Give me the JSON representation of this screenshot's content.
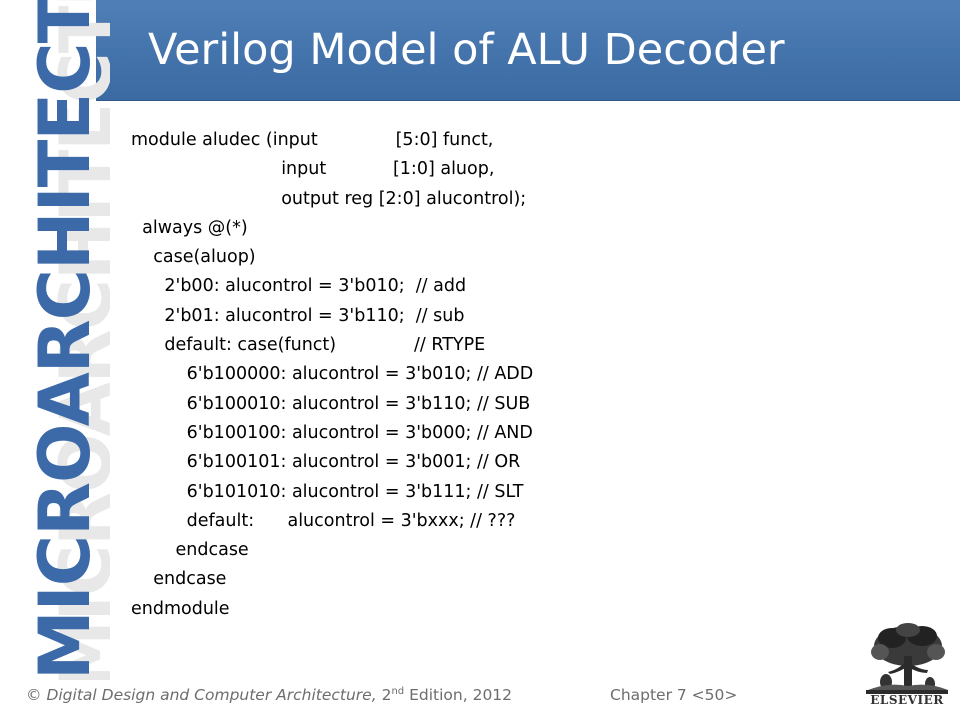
{
  "slide": {
    "title": "Verilog Model of ALU Decoder",
    "side_banner": "MICROARCHITECTURE"
  },
  "code_lines": [
    "module aludec (input              [5:0] funct,",
    "                           input            [1:0] aluop,",
    "                           output reg [2:0] alucontrol);",
    "  always @(*)",
    "    case(aluop)",
    "      2'b00: alucontrol = 3'b010;  // add",
    "      2'b01: alucontrol = 3'b110;  // sub",
    "      default: case(funct)              // RTYPE",
    "          6'b100000: alucontrol = 3'b010; // ADD",
    "          6'b100010: alucontrol = 3'b110; // SUB",
    "          6'b100100: alucontrol = 3'b000; // AND",
    "          6'b100101: alucontrol = 3'b001; // OR",
    "          6'b101010: alucontrol = 3'b111; // SLT",
    "          default:      alucontrol = 3'bxxx; // ???",
    "        endcase",
    "    endcase",
    "endmodule"
  ],
  "footer": {
    "copyright_symbol": "©",
    "book_title": "Digital Design and Computer Architecture,",
    "edition_num": "2",
    "edition_sup": "nd",
    "edition_rest": "Edition, 2012",
    "chapter": "Chapter 7 <50>"
  },
  "publisher": {
    "name": "ELSEVIER"
  },
  "colors": {
    "title_bar": "#4a7ab2",
    "banner_text": "#3c6aa8",
    "footer_text": "#6d6d6d"
  }
}
